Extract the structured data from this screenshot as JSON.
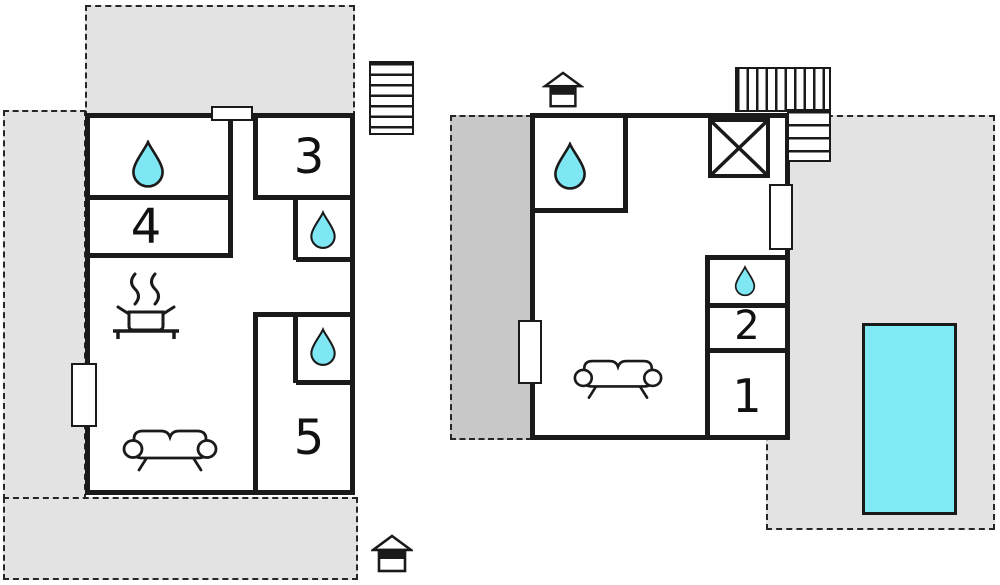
{
  "plan_left": {
    "label": "left-floor-plan",
    "room_numbers": {
      "room3": "3",
      "room4": "4",
      "room5": "5"
    },
    "icons": [
      "water-drop",
      "water-drop",
      "water-drop",
      "stove-with-steam",
      "sofa",
      "stairs",
      "entrance-house",
      "door",
      "window",
      "terrace"
    ]
  },
  "plan_right": {
    "label": "right-floor-plan",
    "room_numbers": {
      "room1": "1",
      "room2": "2"
    },
    "icons": [
      "water-drop",
      "water-drop",
      "crossed-box",
      "sofa",
      "stairs",
      "entrance-house",
      "door",
      "terrace",
      "pool"
    ]
  },
  "colors": {
    "wall": "#1a1a1a",
    "terrace_fill": "#e3e3e3",
    "terrace_dark_fill": "#c8c8c8",
    "water": "#7fe6f4",
    "pool_water": "#7fe9f6",
    "paper": "#ffffff"
  }
}
